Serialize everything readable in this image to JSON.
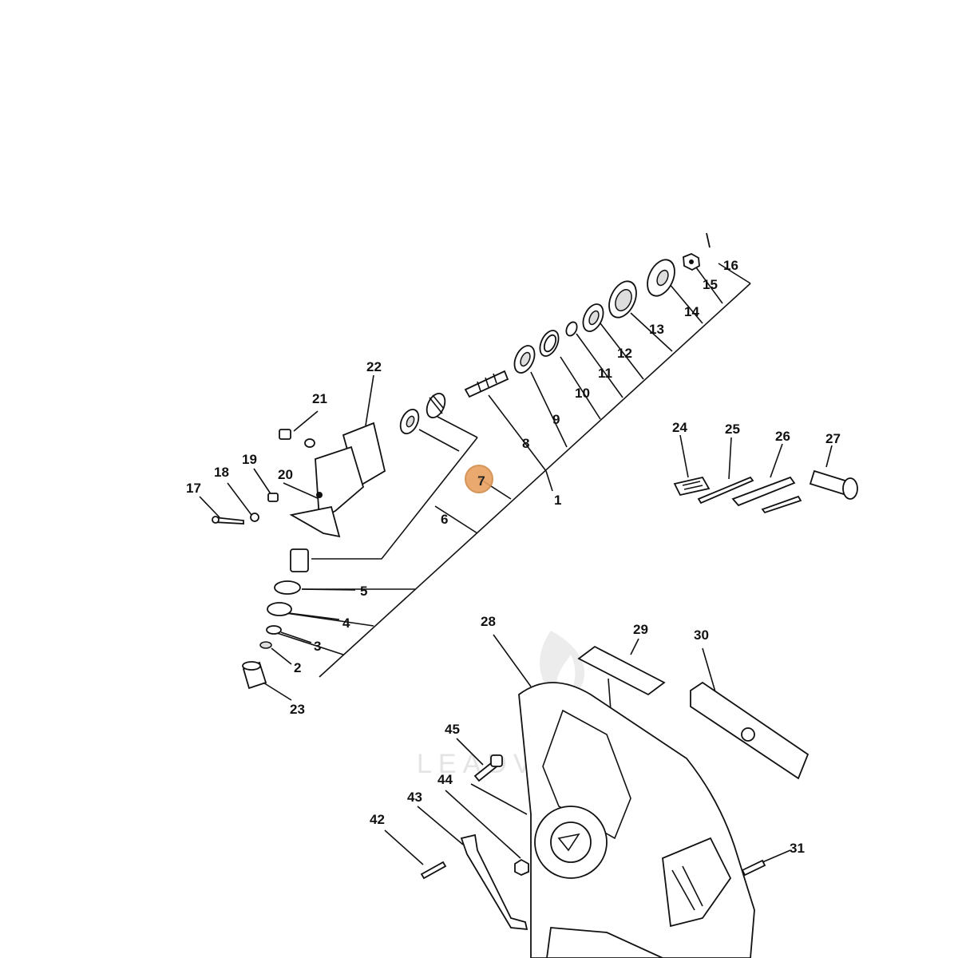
{
  "watermark": {
    "text": "LEADVENTURE"
  },
  "highlight": {
    "label": "7",
    "color": "#e8a060"
  },
  "callouts": {
    "c1": "1",
    "c2": "2",
    "c3": "3",
    "c4": "4",
    "c5": "5",
    "c6": "6",
    "c8": "8",
    "c9": "9",
    "c10": "10",
    "c11": "11",
    "c12": "12",
    "c13": "13",
    "c14": "14",
    "c15": "15",
    "c16": "16",
    "c17": "17",
    "c18": "18",
    "c19": "19",
    "c20": "20",
    "c21": "21",
    "c22": "22",
    "c23": "23",
    "c24": "24",
    "c25": "25",
    "c26": "26",
    "c27": "27",
    "c28": "28",
    "c29": "29",
    "c30": "30",
    "c31": "31",
    "c42": "42",
    "c43": "43",
    "c44": "44",
    "c45": "45"
  }
}
